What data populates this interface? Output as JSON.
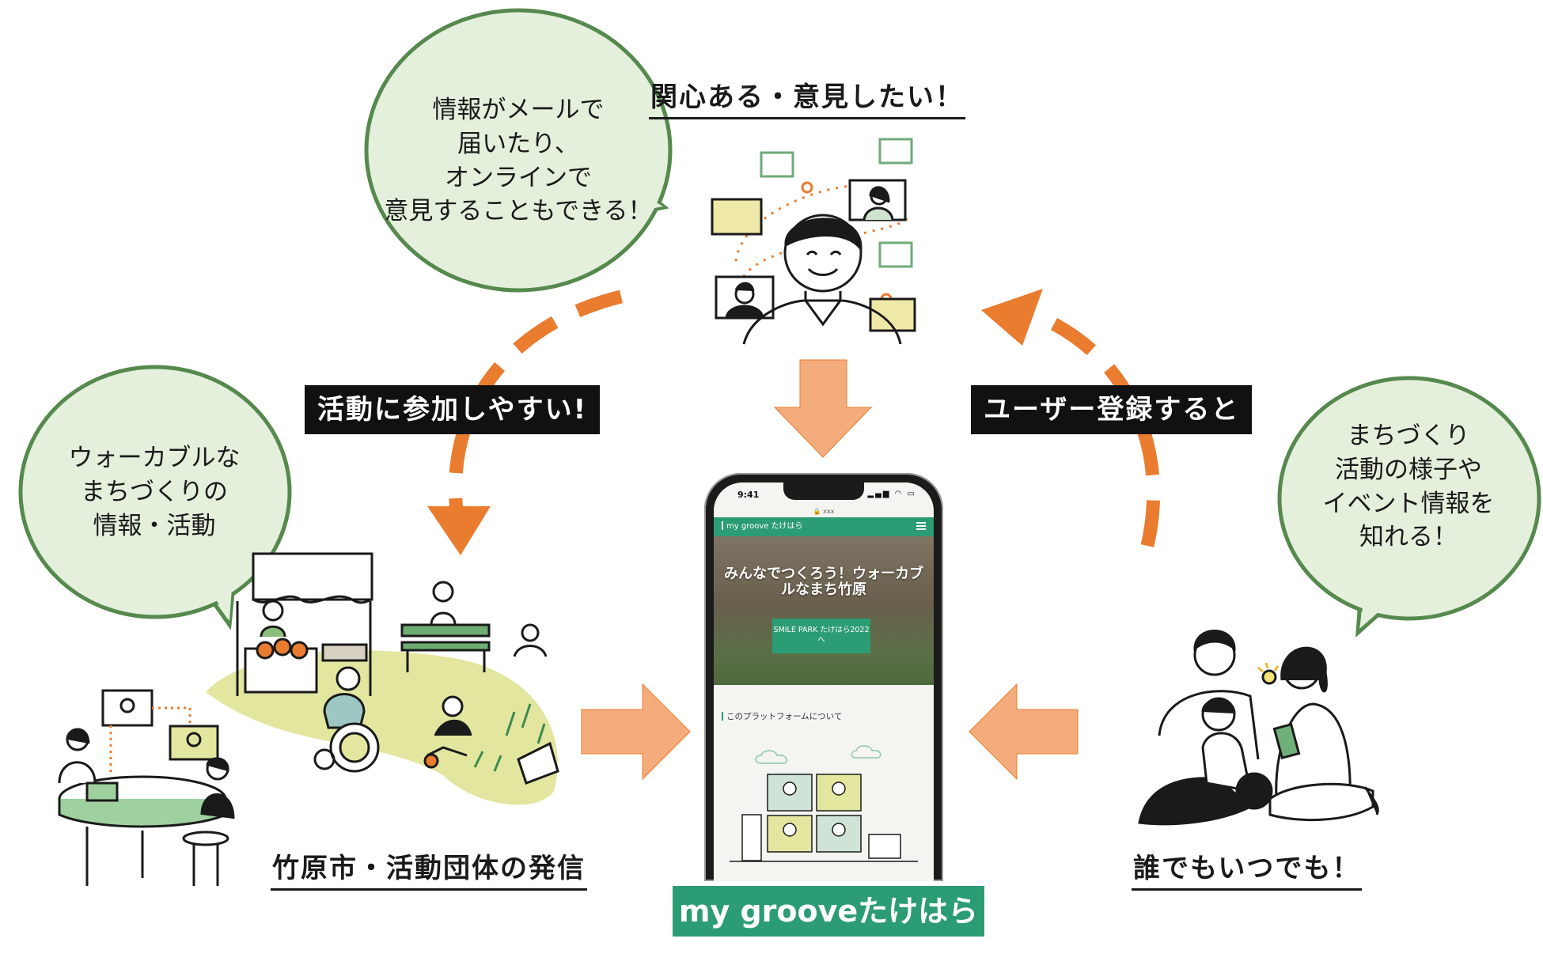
{
  "colors": {
    "bubble_fill": "#e4efdc",
    "bubble_stroke": "#55894d",
    "orange_dash": "#ea7c2f",
    "orange_arrow": "#f4ac7d",
    "brand_green": "#2c9c74",
    "label_black": "#111111"
  },
  "bubbles": {
    "top": "情報がメールで\n届いたり、\nオンラインで\n意見することもできる！",
    "left": "ウォーカブルな\nまちづくりの\n情報・活動",
    "right": "まちづくり\n活動の様子や\nイベント情報を\n知れる！"
  },
  "headings": {
    "top": "関心ある・意見したい！",
    "left": "竹原市・活動団体の発信",
    "right": "誰でもいつでも！"
  },
  "labels": {
    "participate": "活動に参加しやすい!",
    "register": "ユーザー登録すると"
  },
  "brand": "my grooveたけはら",
  "phone": {
    "time": "9:41",
    "url": "🔒 xxx",
    "status_icons": "▂▄▆ ◠ ▭",
    "app_title": "my groove たけはら",
    "hero_title": "みんなでつくろう！ウォーカブルなまち竹原",
    "hero_button": "SMILE PARK たけはら2022へ",
    "about": "このプラットフォームについて"
  },
  "illustrations": [
    "person-with-speech-icons",
    "market-and-community-activity-scene",
    "online-meeting-table-scene",
    "family-with-tablet-scene"
  ]
}
